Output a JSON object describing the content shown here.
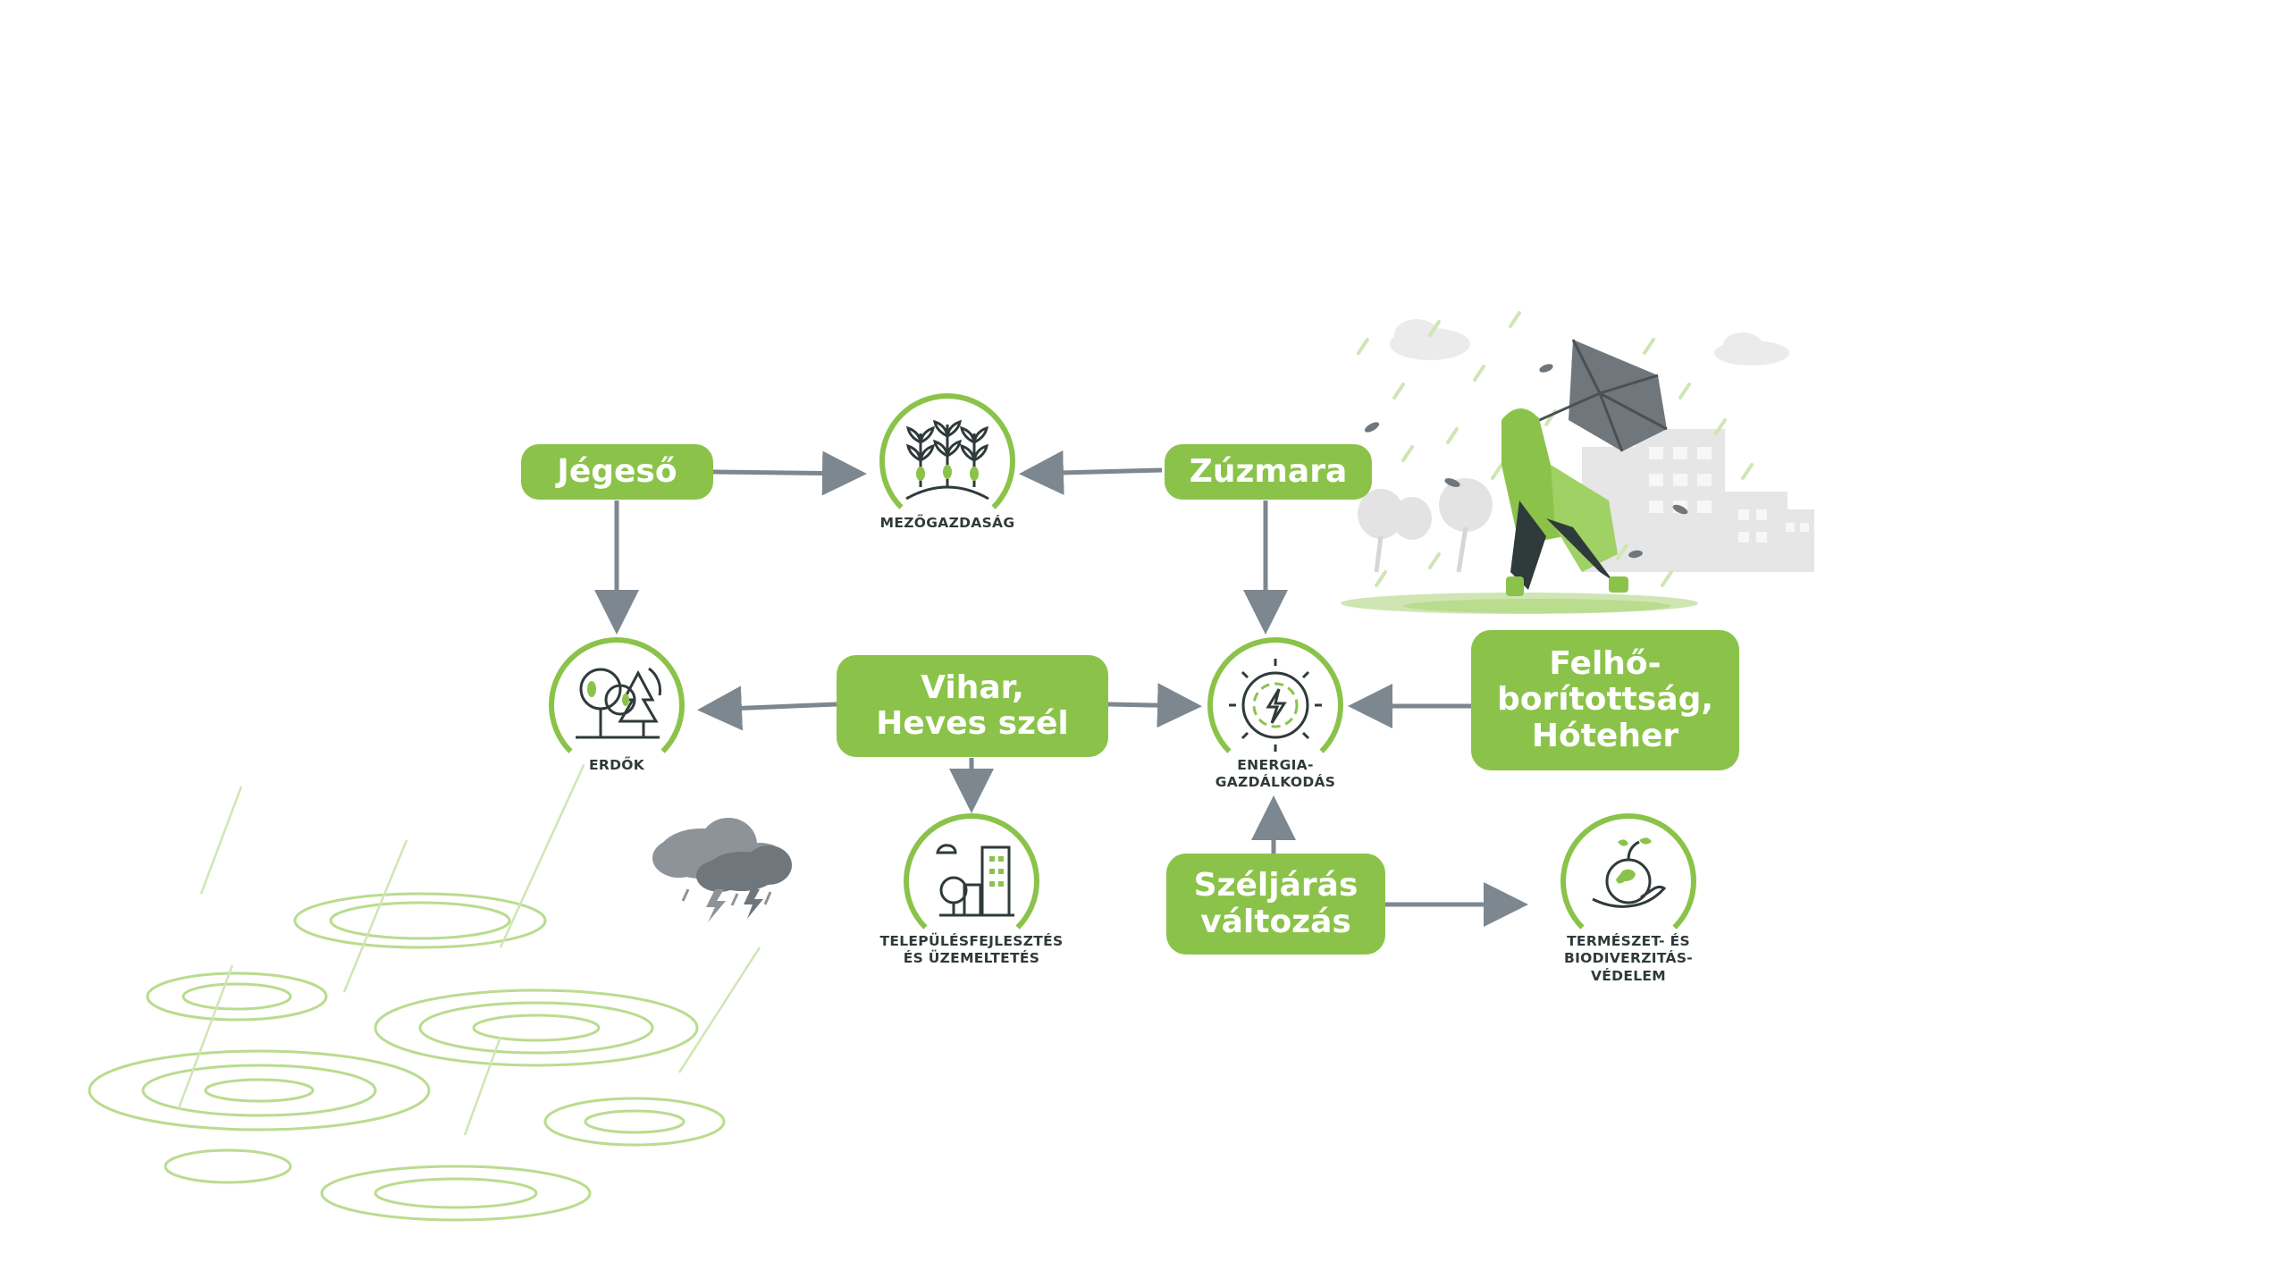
{
  "colors": {
    "accent": "#8bc34a",
    "arrow": "#7d8790",
    "label": "#2f3a3a",
    "icon_dark": "#2f3a3a"
  },
  "hazards": {
    "jegeso": {
      "label": "Jégeső"
    },
    "zuzmara": {
      "label": "Zúzmara"
    },
    "vihar": {
      "line1": "Vihar,",
      "line2": "Heves szél"
    },
    "felho": {
      "line1": "Felhő-",
      "line2": "borítottság,",
      "line3": "Hóteher"
    },
    "szeljaras": {
      "line1": "Széljárás",
      "line2": "változás"
    }
  },
  "sectors": {
    "mezogazdasag": {
      "label": "MEZŐGAZDASÁG",
      "icon": "crops-icon"
    },
    "erdok": {
      "label": "ERDŐK",
      "icon": "trees-icon"
    },
    "energia": {
      "label": "ENERGIA-\nGAZDÁLKODÁS",
      "icon": "energy-gear-icon"
    },
    "telepules": {
      "label": "TELEPÜLÉSFEJLESZTÉS\nÉS ÜZEMELTETÉS",
      "icon": "city-buildings-icon"
    },
    "termeszet": {
      "label": "TERMÉSZET- ÉS\nBIODIVERZITÁS-\nVÉDELEM",
      "icon": "globe-hand-icon"
    }
  },
  "illustrations": [
    "storm-umbrella-person-illustration",
    "storm-cloud-icon",
    "rain-puddles-illustration"
  ]
}
